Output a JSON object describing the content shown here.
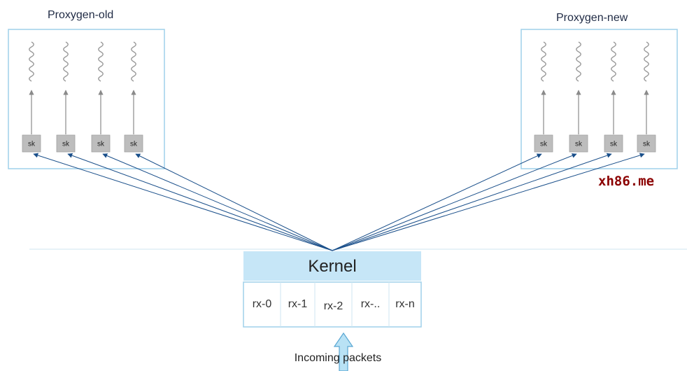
{
  "groups": {
    "old": {
      "title": "Proxygen-old",
      "sockets": [
        "sk",
        "sk",
        "sk",
        "sk"
      ]
    },
    "new": {
      "title": "Proxygen-new",
      "sockets": [
        "sk",
        "sk",
        "sk",
        "sk"
      ]
    }
  },
  "kernel": {
    "label": "Kernel"
  },
  "rx_queues": [
    "rx-0",
    "rx-1",
    "rx-2",
    "rx-..",
    "rx-n"
  ],
  "incoming": {
    "label": "Incoming packets"
  },
  "watermark": "xh86.me",
  "colors": {
    "box_border": "#9fd0ea",
    "kernel_fill": "#c6e6f7",
    "sk_fill": "#bdbdbd",
    "fanout_line": "#1a4f8a",
    "arrow_gray": "#8a8a8a",
    "divider": "#cfe6f2",
    "incoming_fill": "#b9e2f5",
    "incoming_stroke": "#5aa7d3"
  },
  "icons": {
    "thread": "wavy-line-icon"
  }
}
